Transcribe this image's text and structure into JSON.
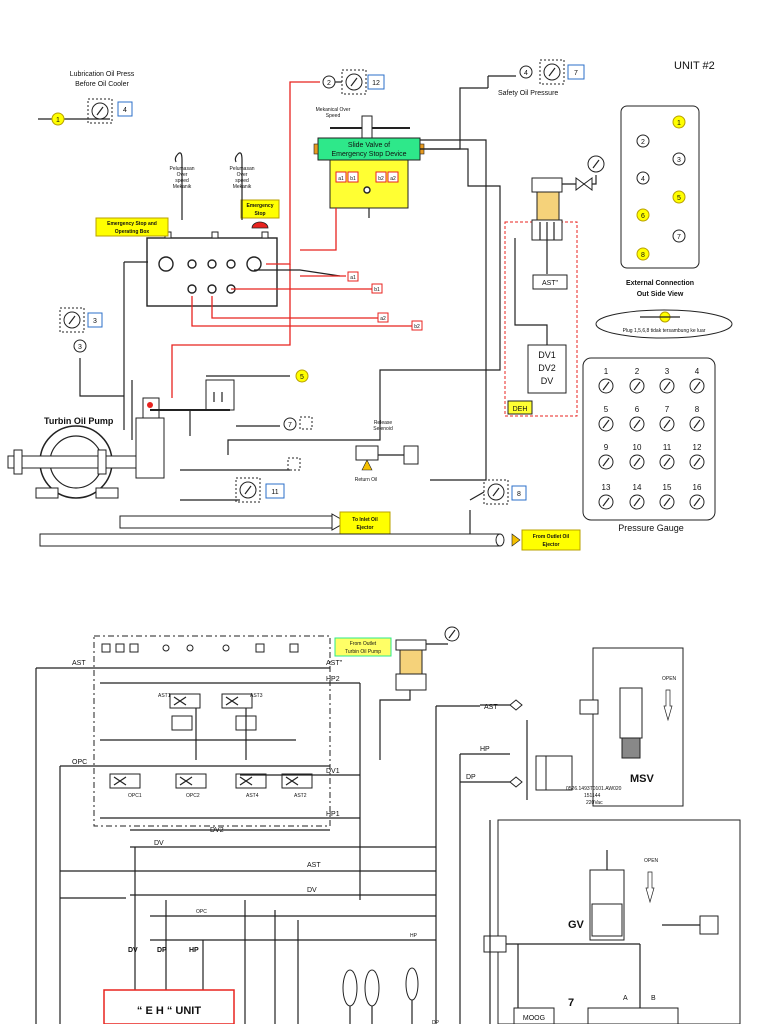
{
  "unit_title": "UNIT #2",
  "top": {
    "lube_title_1": "Lubrication Oil Press",
    "lube_title_2": "Before Oil Cooler",
    "mech_over_speed_1": "Mekanical Over",
    "mech_over_speed_2": "Speed",
    "safety_oil": "Safety Oil Pressure",
    "slide_valve_1": "Slide Valve of",
    "slide_valve_2": "Emergency Stop Device",
    "ports": [
      "a1",
      "b1",
      "b2",
      "a2"
    ],
    "emergency_box_1": "Emergency Stop and",
    "emergency_box_2": "Operating Box",
    "emergency_stop_1": "Emergency",
    "emergency_stop_2": "Stop",
    "pelumasan_1": "Pelumasan",
    "pelumasan_2": "Over",
    "pelumasan_3": "speed",
    "pelumasan_4": "Mekanik",
    "turbin_oil_pump": "Turbin Oil Pump",
    "release_1": "Release",
    "release_2": "Selenoid",
    "return_oil": "Return Oil",
    "inlet_1": "To Inlet Oil",
    "inlet_2": "Ejector",
    "outlet_1": "From Outlet Oil",
    "outlet_2": "Ejector",
    "ast_label": "AST\"",
    "dv1": "DV1",
    "dv2": "DV2",
    "dv": "DV",
    "deh": "DEH",
    "gauge_callouts": [
      "4",
      "12",
      "7",
      "3",
      "11",
      "8"
    ],
    "circle_callouts": [
      "1",
      "2",
      "3",
      "4",
      "5",
      "7"
    ]
  },
  "external": {
    "numbers": [
      "1",
      "2",
      "3",
      "4",
      "5",
      "6",
      "7",
      "8"
    ],
    "title_1": "External Connection",
    "title_2": "Out Side View",
    "plug_note": "Plug 1,5,6,8 tidak tersambung ke luar"
  },
  "pressure_gauge": {
    "numbers": [
      "1",
      "2",
      "3",
      "4",
      "5",
      "6",
      "7",
      "8",
      "9",
      "10",
      "11",
      "12",
      "13",
      "14",
      "15",
      "16"
    ],
    "title": "Pressure Gauge"
  },
  "bottom": {
    "from_outlet_1": "From Outlet",
    "from_outlet_2": "Turbin Oil Pump",
    "ast": "AST",
    "ast_q": "AST\"",
    "hp2": "HP2",
    "opc": "OPC",
    "dv1": "DV1",
    "hp1": "HP1",
    "dv2": "DV2",
    "dv": "DV",
    "hp": "HP",
    "dp": "DP",
    "ast1": "AST1",
    "ast3": "AST3",
    "ast4": "AST4",
    "ast2": "AST2",
    "opc1": "OPC1",
    "opc2": "OPC2",
    "open": "OPEN",
    "msv": "MSV",
    "gv": "GV",
    "eh_unit": "“ E H “ UNIT",
    "moog": "MOOG",
    "a": "A",
    "b": "B",
    "seven": "7",
    "valve_code_1": "0526.1493T0101.AW020",
    "valve_code_2": "151144",
    "valve_code_3": "220Vac"
  }
}
